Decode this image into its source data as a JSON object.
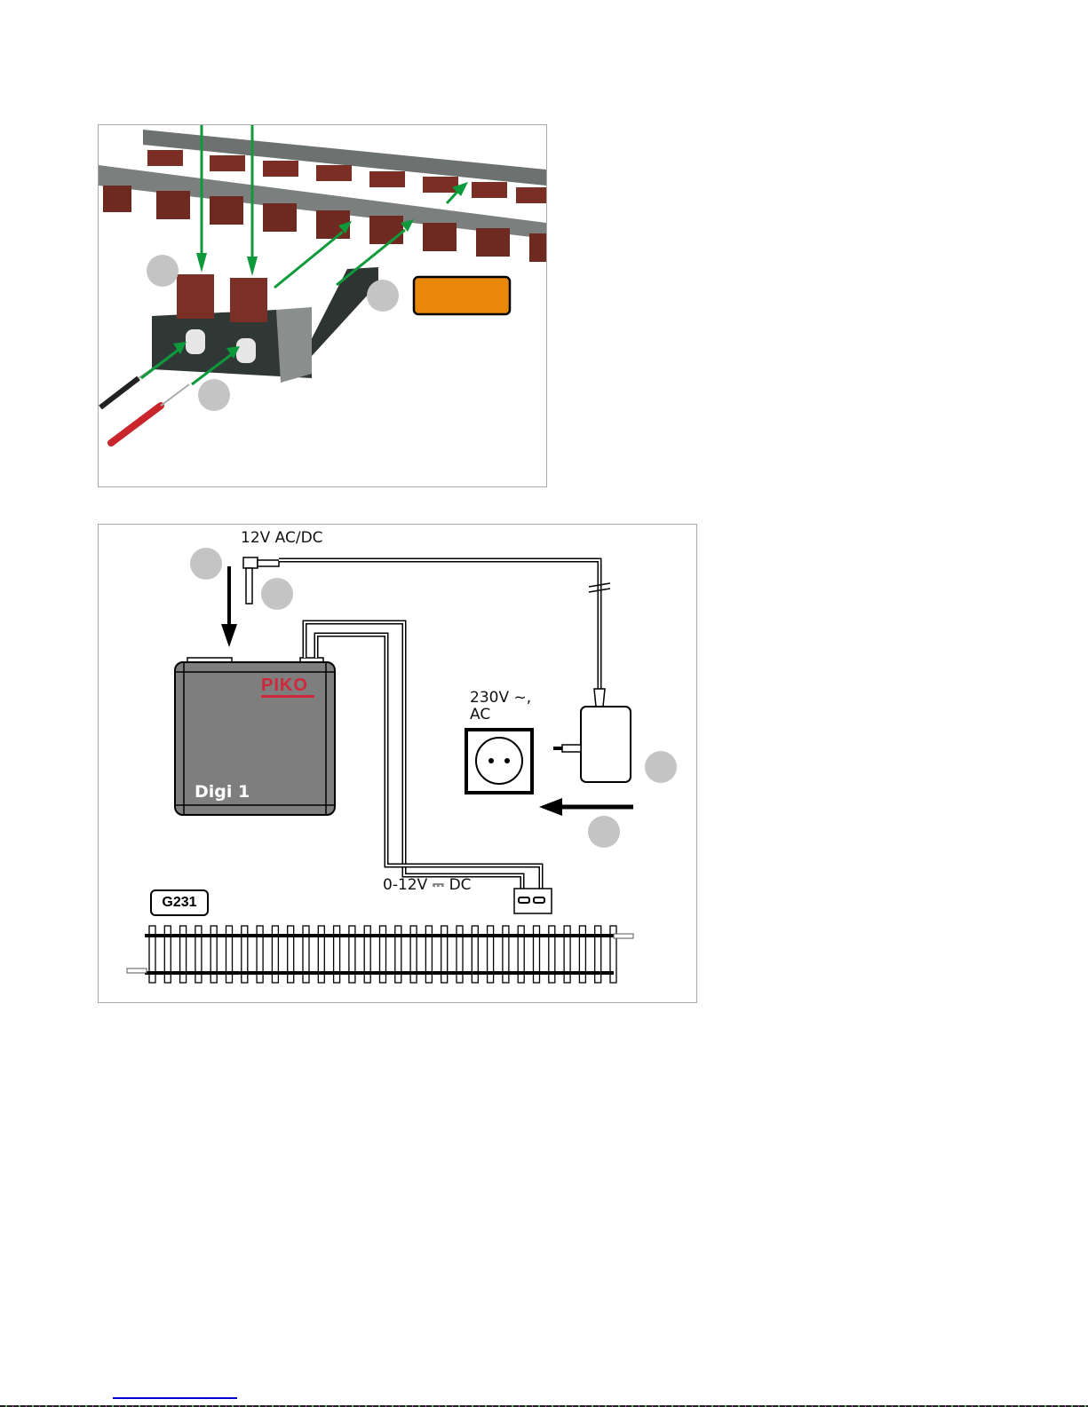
{
  "figure1": {
    "callout_color": "#e8870a",
    "arrow_color": "#0e9a3a"
  },
  "figure2": {
    "power_label": "12V AC/DC",
    "mains_label_line1": "230V ~,",
    "mains_label_line2": "AC",
    "device_name": "Digi 1",
    "brand_logo": "PIKO",
    "output_label": "0-12V ⎓ DC",
    "track_label": "G231"
  }
}
